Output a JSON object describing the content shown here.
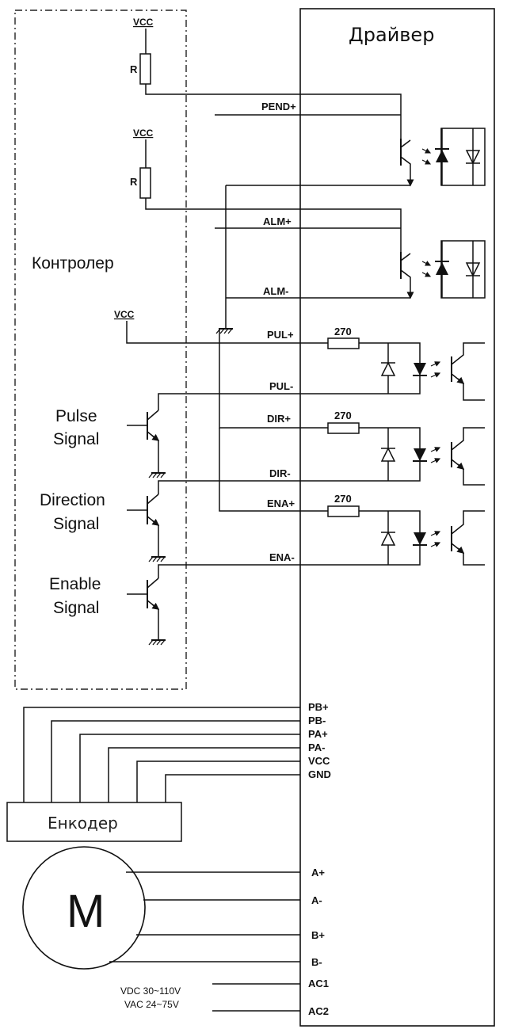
{
  "controller": {
    "title": "Контролер"
  },
  "driver": {
    "title": "Драйвер"
  },
  "encoder": {
    "label": "Енкодер"
  },
  "motor": {
    "label": "M"
  },
  "supply": {
    "vdc": "VDC 30~110V",
    "vac": "VAC 24~75V"
  },
  "vcc_label": "VCC",
  "resistor_label": "R",
  "resistor_value": "270",
  "signals": {
    "pend_plus": "PEND+",
    "alm_plus": "ALM+",
    "alm_minus": "ALM-",
    "pul_plus": "PUL+",
    "pul_minus": "PUL-",
    "dir_plus": "DIR+",
    "dir_minus": "DIR-",
    "ena_plus": "ENA+",
    "ena_minus": "ENA-"
  },
  "inputs": {
    "pulse": [
      "Pulse",
      "Signal"
    ],
    "direction": [
      "Direction",
      "Signal"
    ],
    "enable": [
      "Enable",
      "Signal"
    ]
  },
  "encoder_pins": [
    "PB+",
    "PB-",
    "PA+",
    "PA-",
    "VCC",
    "GND"
  ],
  "motor_pins": [
    "A+",
    "A-",
    "B+",
    "B-"
  ],
  "power_pins": [
    "AC1",
    "AC2"
  ]
}
